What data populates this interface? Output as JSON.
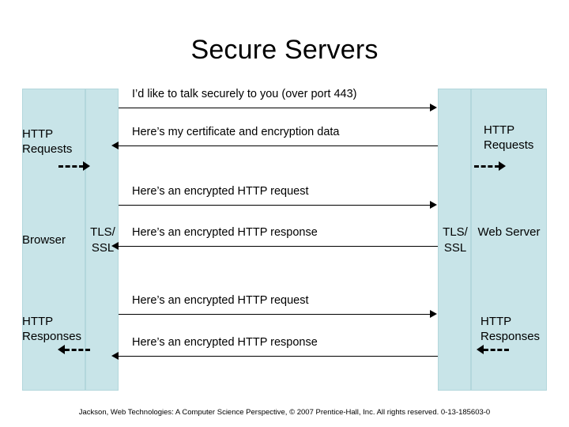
{
  "slide": {
    "title": "Secure Servers",
    "footer": "Jackson, Web Technologies: A Computer Science Perspective, © 2007 Prentice-Hall, Inc. All rights reserved. 0-13-185603-0"
  },
  "columns": {
    "browser_label": "Browser",
    "tls_left_label": "TLS/ SSL",
    "tls_right_label": "TLS/ SSL",
    "server_label": "Web Server"
  },
  "side_labels": {
    "http_requests_left": "HTTP Requests",
    "http_requests_right": "HTTP Requests",
    "http_responses_left": "HTTP Responses",
    "http_responses_right": "HTTP Responses"
  },
  "messages": [
    {
      "text": "I’d like to talk securely to you (over port 443)",
      "direction": "right"
    },
    {
      "text": "Here’s my certificate and encryption data",
      "direction": "left"
    },
    {
      "text": "Here’s an encrypted HTTP request",
      "direction": "right"
    },
    {
      "text": "Here’s an encrypted HTTP response",
      "direction": "left"
    },
    {
      "text": "Here’s an encrypted HTTP request",
      "direction": "right"
    },
    {
      "text": "Here’s an encrypted HTTP response",
      "direction": "left"
    }
  ],
  "colors": {
    "column_fill": "#c8e4e8",
    "line": "#000000",
    "background": "#ffffff"
  }
}
